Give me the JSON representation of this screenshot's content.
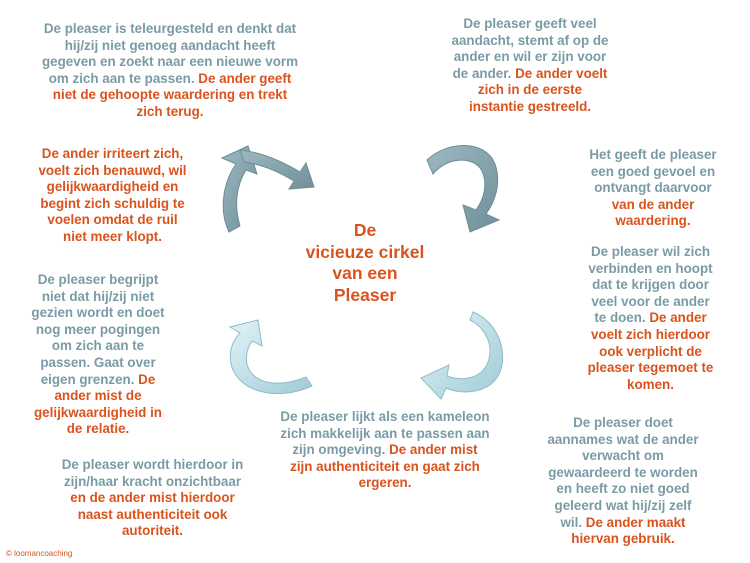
{
  "center_title": [
    "De",
    "vicieuze cirkel",
    "van een",
    "Pleaser"
  ],
  "blocks": {
    "b1": [
      "De pleaser is teleurgesteld en denkt dat",
      "hij/zij niet genoeg aandacht heeft",
      "gegeven en zoekt naar een nieuwe vorm",
      "om zich aan te passen. ",
      "De ander geeft",
      "niet de gehoopte waardering en trekt",
      "zich terug."
    ],
    "b2": [
      "De pleaser geeft veel",
      "aandacht, stemt af op de",
      "ander en wil er zijn voor",
      "de ander. ",
      "De ander voelt",
      "zich in de eerste",
      "instantie gestreeld."
    ],
    "b3": [
      "De ander irriteert zich,",
      "voelt zich benauwd, wil",
      "gelijkwaardigheid en",
      "begint zich schuldig te",
      "voelen omdat de ruil",
      "niet meer klopt."
    ],
    "b4": [
      "Het geeft de pleaser",
      "een goed gevoel en",
      "ontvangt daarvoor",
      "van de ander",
      "waardering."
    ],
    "b5": [
      "De pleaser wil zich",
      "verbinden en hoopt",
      "dat te krijgen door",
      "veel voor de ander",
      "te doen. ",
      "De ander",
      "voelt zich hierdoor",
      "ook verplicht de",
      "pleaser tegemoet te",
      "komen."
    ],
    "b6": [
      "De pleaser begrijpt",
      "niet dat hij/zij niet",
      "gezien wordt en doet",
      "nog meer pogingen",
      "om zich aan te",
      "passen. Gaat over",
      "eigen grenzen. ",
      "De",
      "ander mist de",
      "gelijkwaardigheid in",
      "de relatie."
    ],
    "b7": [
      "De pleaser lijkt als een kameleon",
      "zich makkelijk aan te passen aan",
      "zijn omgeving. ",
      "De ander mist",
      "zijn authenticiteit en gaat zich",
      "ergeren."
    ],
    "b8": [
      "De pleaser doet",
      "aannames wat de ander",
      "verwacht  om",
      "gewaardeerd te worden",
      "en heeft zo niet  goed",
      "geleerd wat hij/zij zelf",
      "wil. ",
      "De ander maakt",
      "hiervan gebruik."
    ],
    "b9": [
      "De pleaser wordt hierdoor in",
      "zijn/haar kracht onzichtbaar",
      "en de ander mist hierdoor",
      "naast authenticiteit ook",
      "autoriteit."
    ]
  },
  "copyright": "© loomancoaching",
  "colors": {
    "gray_text": "#7a9ba6",
    "red_text": "#d9531e",
    "arrow_dark": "#7f9ea8",
    "arrow_light": "#bfe0e8"
  },
  "icons": [
    "curved-arrow-icon"
  ]
}
